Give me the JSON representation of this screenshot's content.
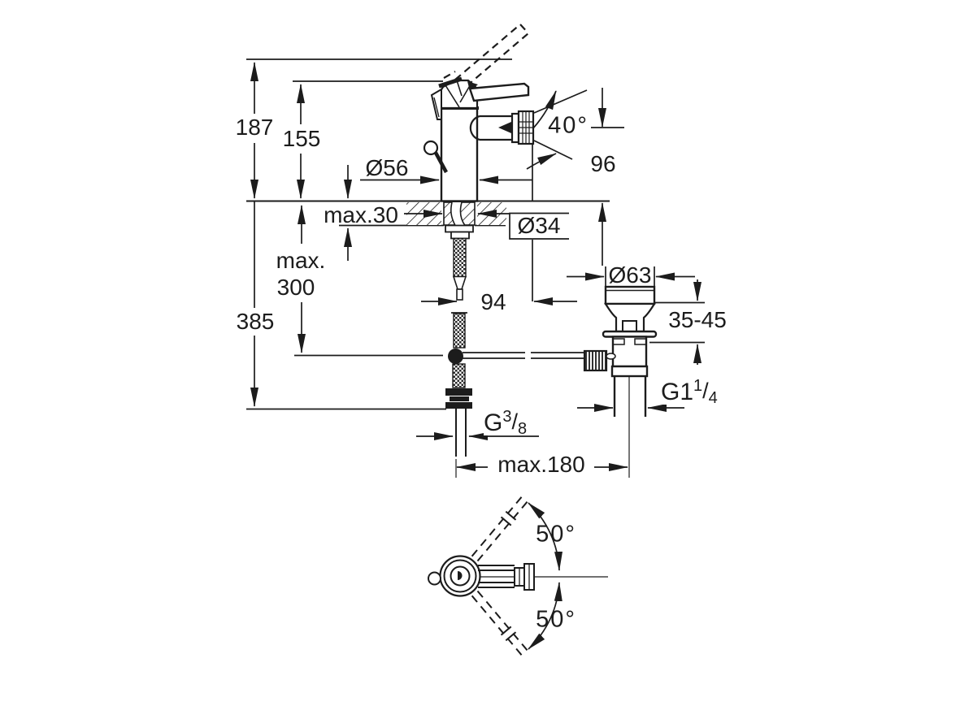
{
  "drawing": {
    "type": "technical-dimension-drawing",
    "subject": "single-lever bidet mixer with pop-up waste, side view and top view",
    "line_color": "#1c1c1c",
    "background": "#ffffff",
    "side_view": {
      "height_overall": "187",
      "height_to_body_top": "155",
      "deck_thickness_max": "max.30",
      "body_diameter": "Ø56",
      "deck_hole_diameter": "Ø34",
      "hose_length_max_line1": "max.",
      "hose_length_max_line2": "300",
      "depth_overall": "385",
      "spout_projection": "94",
      "spout_height": "96",
      "aerator_angle": "40°",
      "waste_flange_diameter": "Ø63",
      "waste_deck_range": "35-45",
      "waste_thread": {
        "base": "G1",
        "sup": "1",
        "slash": "/",
        "sub": "4"
      },
      "supply_thread": {
        "base": "G",
        "sup": "3",
        "slash": "/",
        "sub": "8"
      },
      "axis_distance_max": "max.180"
    },
    "top_view": {
      "swivel_angle_upper": "50°",
      "swivel_angle_lower": "50°"
    }
  }
}
